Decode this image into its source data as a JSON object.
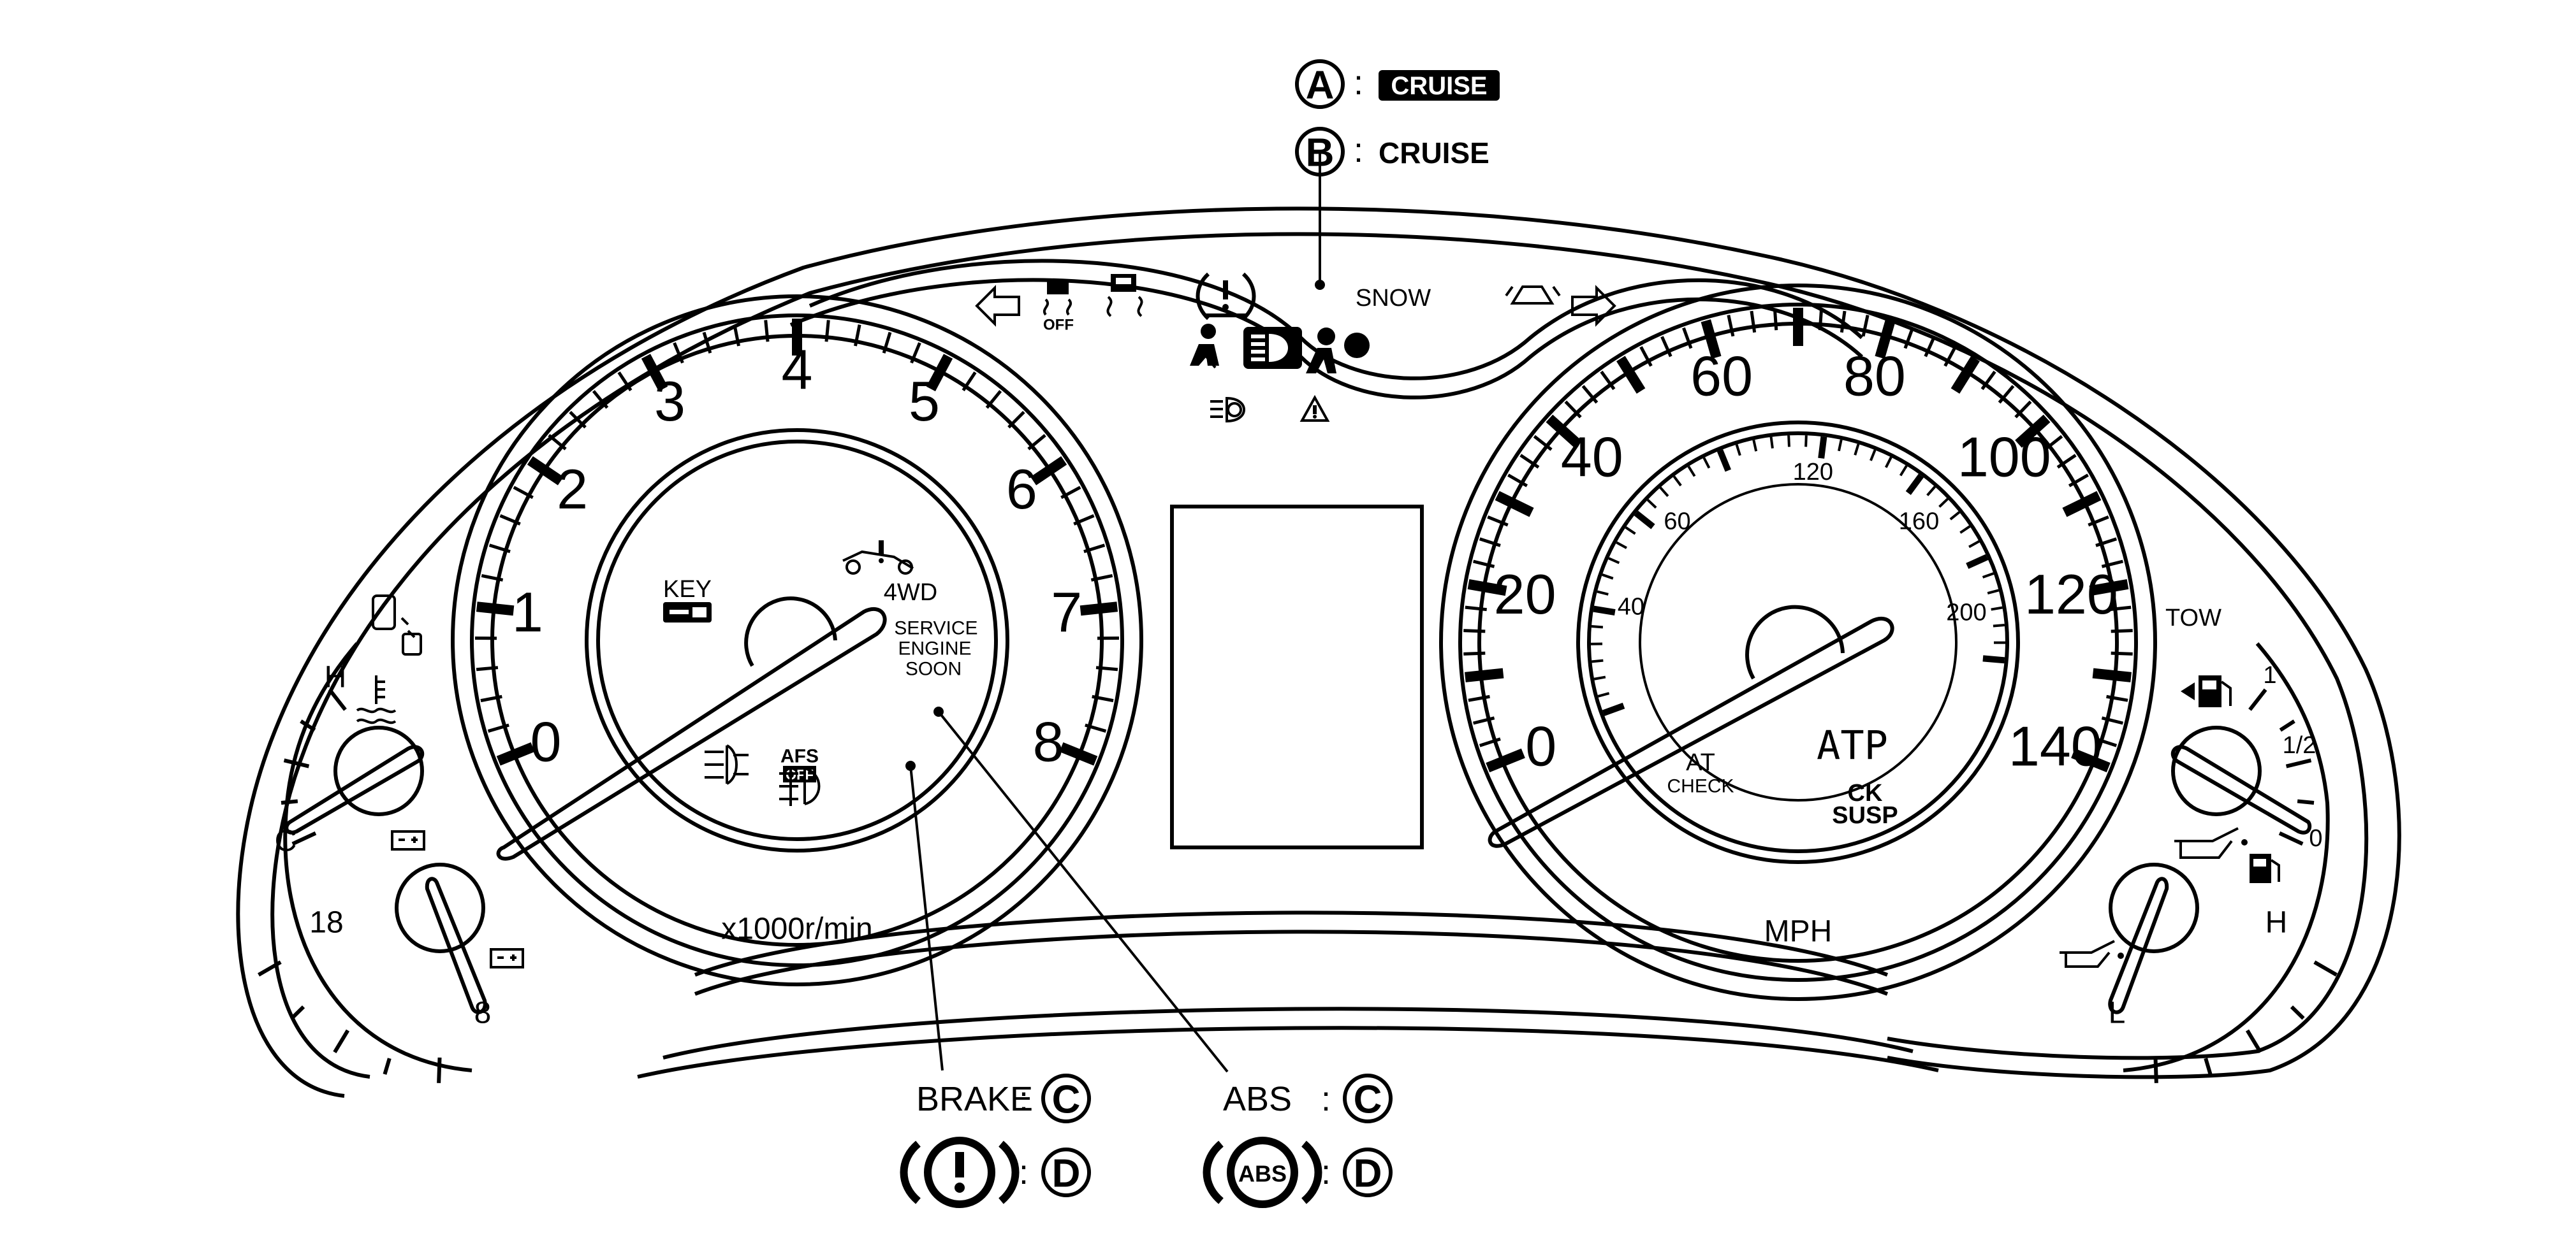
{
  "legend": {
    "a_letter": "A",
    "a_text": "CRUISE",
    "b_letter": "B",
    "b_text": "CRUISE",
    "separator": ":"
  },
  "tachometer": {
    "numbers": [
      "0",
      "1",
      "2",
      "3",
      "4",
      "5",
      "6",
      "7",
      "8"
    ],
    "unit": "x1000r/min",
    "key_label": "KEY",
    "four_wd": "4WD",
    "service_engine_soon": [
      "SERVICE",
      "ENGINE",
      "SOON"
    ],
    "afs_top": "AFS",
    "afs_bottom": "OFF"
  },
  "speedometer": {
    "outer_numbers": [
      "0",
      "20",
      "40",
      "60",
      "80",
      "100",
      "120",
      "140"
    ],
    "inner_numbers": [
      "40",
      "60",
      "120",
      "160",
      "200"
    ],
    "unit": "MPH",
    "at_check": [
      "AT",
      "CHECK"
    ],
    "atp": "ATP",
    "ck_susp": [
      "CK",
      "SUSP"
    ],
    "tow": "TOW"
  },
  "temp_gauge": {
    "hot": "H",
    "cold": "C"
  },
  "volt_gauge": {
    "high": "18",
    "low": "8"
  },
  "fuel_gauge": {
    "full": "1",
    "half": "1/2",
    "empty": "0"
  },
  "oil_gauge": {
    "high": "H",
    "low": "L"
  },
  "top_panel": {
    "snow": "SNOW",
    "off_label": "OFF"
  },
  "callouts": {
    "brake": "BRAKE",
    "abs": "ABS",
    "abs_icon": "ABS",
    "c_letter": "C",
    "d_letter": "D",
    "separator": ":"
  }
}
